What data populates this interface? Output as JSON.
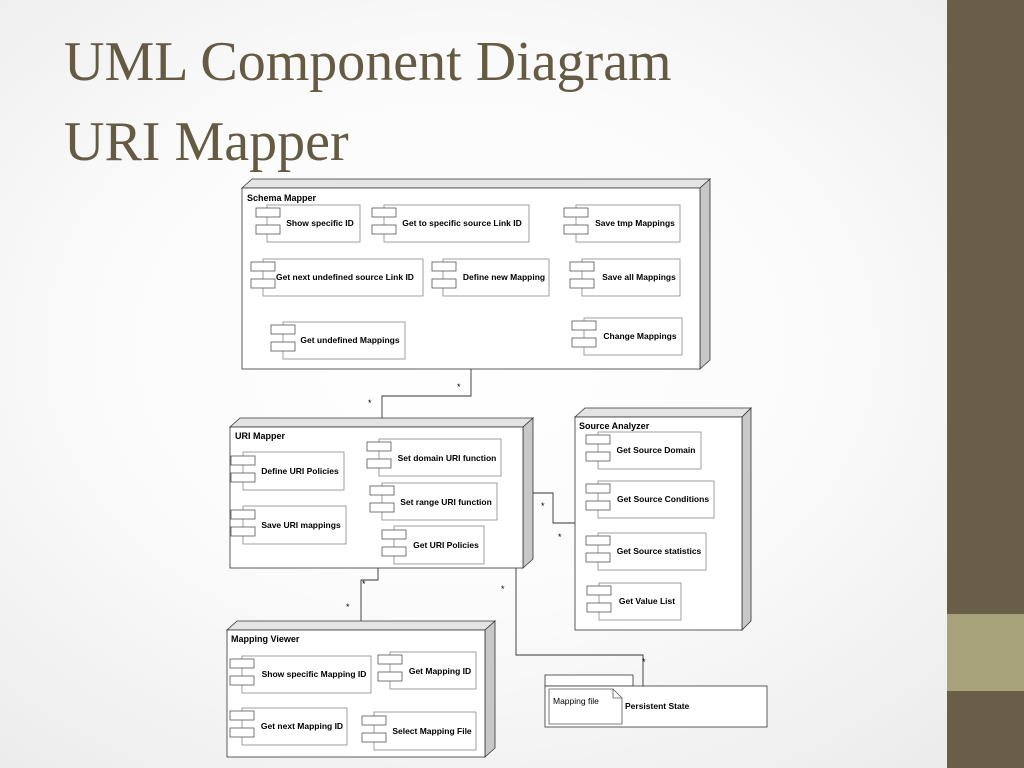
{
  "slide": {
    "title_line1": "UML Component Diagram",
    "title_line2": "URI Mapper",
    "colors": {
      "sidebar": "#695f48",
      "sidebar_accent": "#a8a27a",
      "title": "#655b43"
    }
  },
  "diagram": {
    "packages": {
      "schema_mapper": {
        "label": "Schema Mapper",
        "components": {
          "show_specific_id": "Show specific ID",
          "get_to_specific_source_link_id": "Get to specific source Link ID",
          "save_tmp_mappings": "Save tmp Mappings",
          "get_next_undefined_source_link_id": "Get next undefined source Link ID",
          "define_new_mapping": "Define new Mapping",
          "save_all_mappings": "Save all Mappings",
          "get_undefined_mappings": "Get undefined Mappings",
          "change_mappings": "Change Mappings"
        }
      },
      "uri_mapper": {
        "label": "URI Mapper",
        "components": {
          "define_uri_policies": "Define URI Policies",
          "set_domain_uri_function": "Set domain URI function",
          "set_range_uri_function": "Set range URI function",
          "save_uri_mappings": "Save URI mappings",
          "get_uri_policies": "Get URI Policies"
        }
      },
      "source_analyzer": {
        "label": "Source Analyzer",
        "components": {
          "get_source_domain": "Get Source Domain",
          "get_source_conditions": "Get Source Conditions",
          "get_source_statistics": "Get Source statistics",
          "get_value_list": "Get Value List"
        }
      },
      "mapping_viewer": {
        "label": "Mapping Viewer",
        "components": {
          "show_specific_mapping_id": "Show specific Mapping ID",
          "get_mapping_id": "Get Mapping ID",
          "get_next_mapping_id": "Get next Mapping ID",
          "select_mapping_file": "Select Mapping File"
        }
      },
      "persistent_state": {
        "label": "Persistent State",
        "artifact": "Mapping file"
      }
    },
    "multiplicity": "*"
  }
}
